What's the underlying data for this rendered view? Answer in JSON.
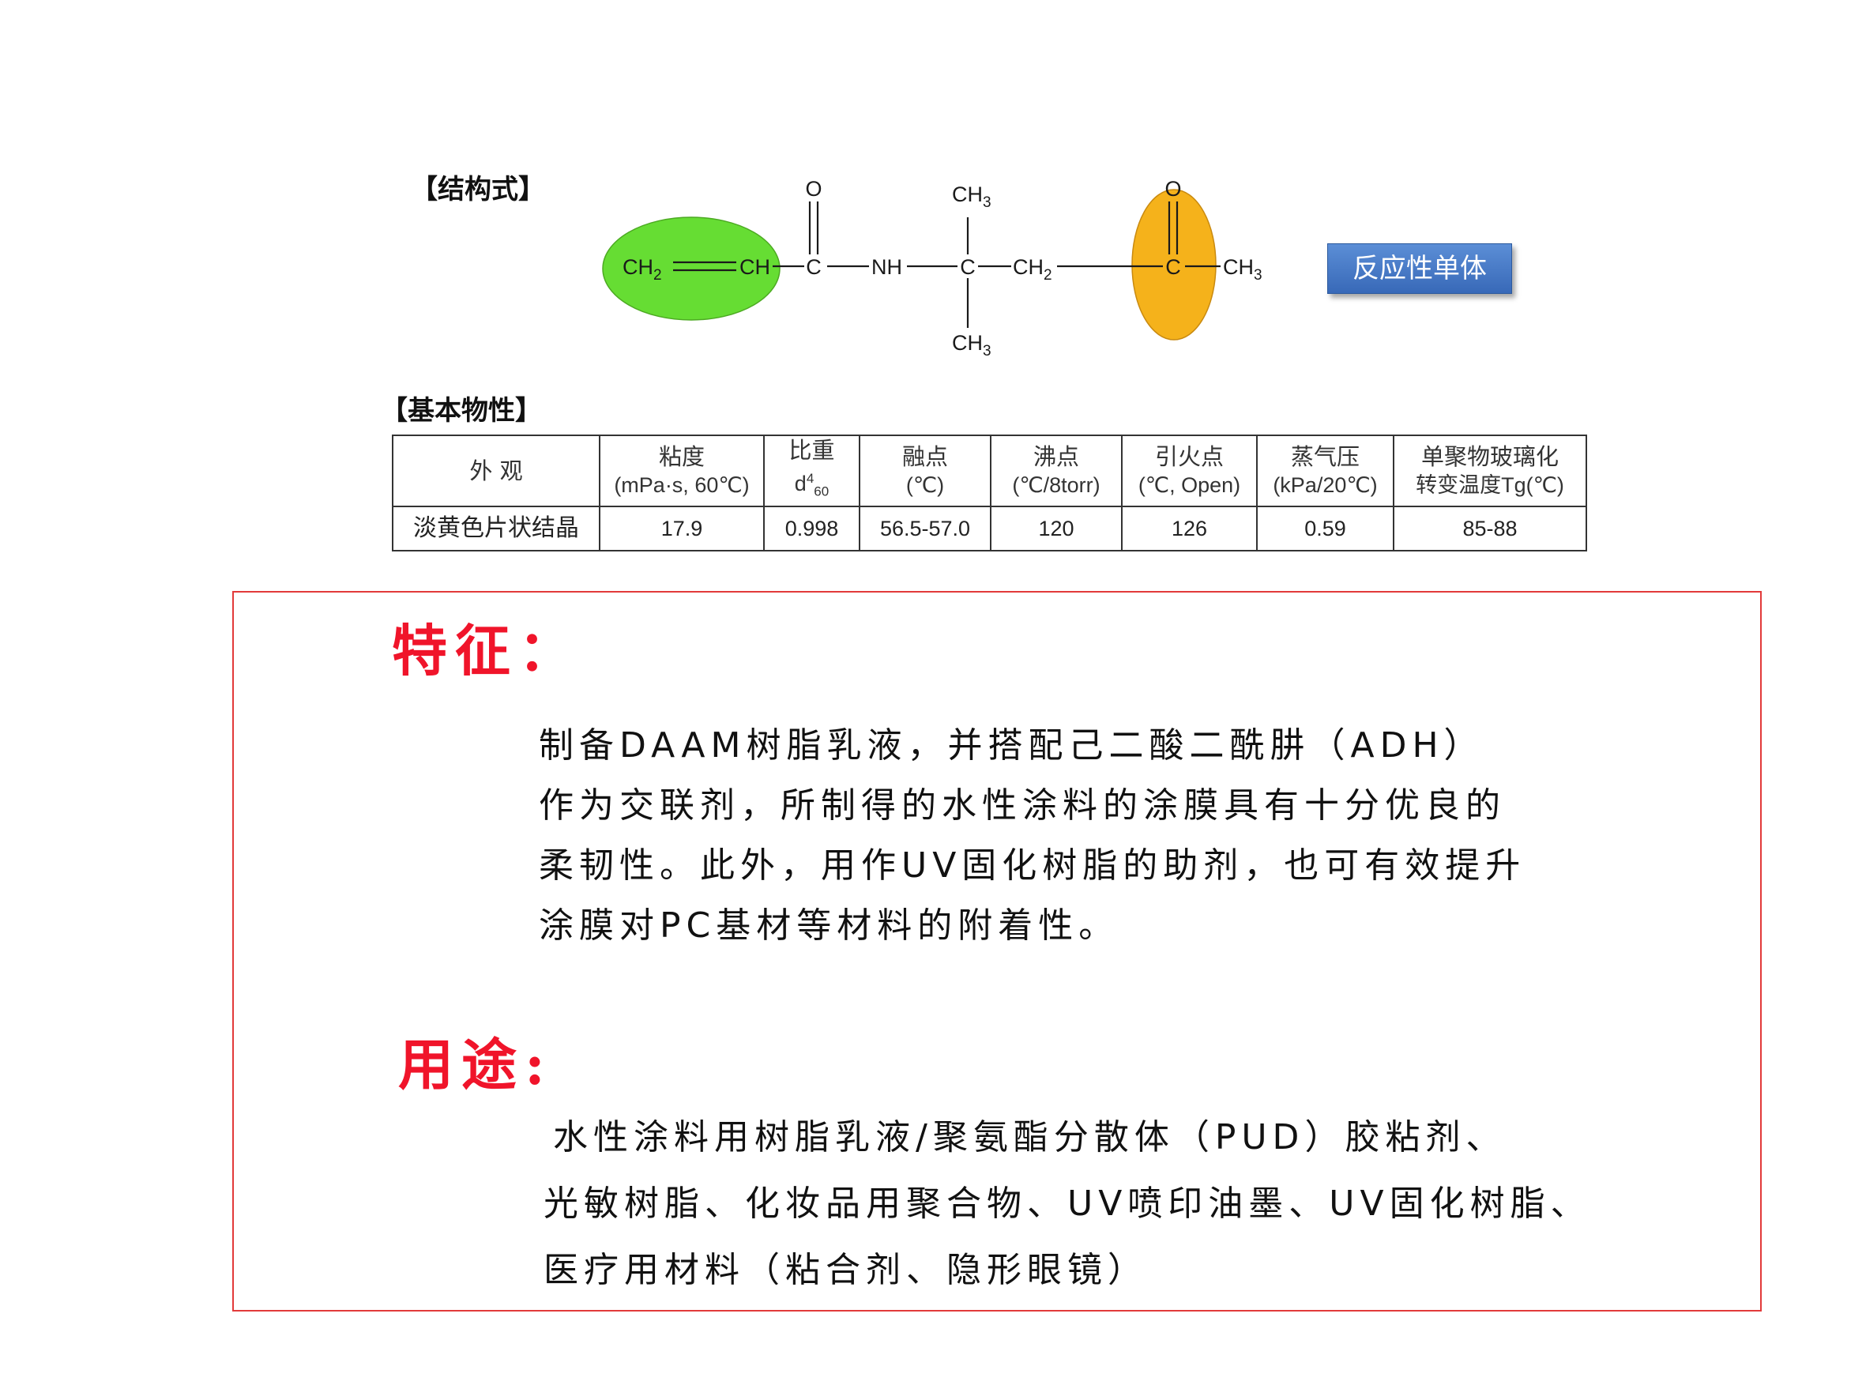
{
  "structure": {
    "heading": "【结构式】",
    "atoms": {
      "ch2_left": "CH",
      "ch2_left_sub": "2",
      "ch_vinyl": "CH",
      "carbonyl_o": "O",
      "amide_c": "C",
      "nh": "NH",
      "quat_c": "C",
      "ch3_top": "CH",
      "ch3_top_sub": "3",
      "ch3_bottom": "CH",
      "ch3_bottom_sub": "3",
      "ch2_mid": "CH",
      "ch2_mid_sub": "2",
      "ketone_o": "O",
      "ketone_c": "C",
      "ch3_right": "CH",
      "ch3_right_sub": "3"
    },
    "highlight_colors": {
      "vinyl": "#66dd33",
      "ketone": "#f5b21b"
    },
    "badge": "反应性单体"
  },
  "properties": {
    "heading": "【基本物性】",
    "columns": [
      {
        "line1": "外  观",
        "line2": ""
      },
      {
        "line1": "粘度",
        "line2": "(mPa·s, 60℃)"
      },
      {
        "line1": "比重",
        "line2_base": "d",
        "line2_sup": "4",
        "line2_sub": "60"
      },
      {
        "line1": "融点",
        "line2": "(℃)"
      },
      {
        "line1": "沸点",
        "line2": "(℃/8torr)"
      },
      {
        "line1": "引火点",
        "line2": "(℃, Open)"
      },
      {
        "line1": "蒸气压",
        "line2": "(kPa/20℃)"
      },
      {
        "line1": "单聚物玻璃化",
        "line2": "转变温度Tg(℃)"
      }
    ],
    "values": [
      "淡黄色片状结晶",
      "17.9",
      "0.998",
      "56.5-57.0",
      "120",
      "126",
      "0.59",
      "85-88"
    ]
  },
  "features": {
    "title": "特征：",
    "lines": [
      "制备DAAM树脂乳液，并搭配己二酸二酰肼（ADH）",
      "作为交联剂，所制得的水性涂料的涂膜具有十分优良的",
      "柔韧性。此外，用作UV固化树脂的助剂，也可有效提升",
      "涂膜对PC基材等材料的附着性。"
    ]
  },
  "uses": {
    "title": "用途:",
    "lines": [
      "水性涂料用树脂乳液/聚氨酯分散体（PUD）胶粘剂、",
      "光敏树脂、化妆品用聚合物、UV喷印油墨、UV固化树脂、",
      "医疗用材料（粘合剂、隐形眼镜）"
    ]
  }
}
